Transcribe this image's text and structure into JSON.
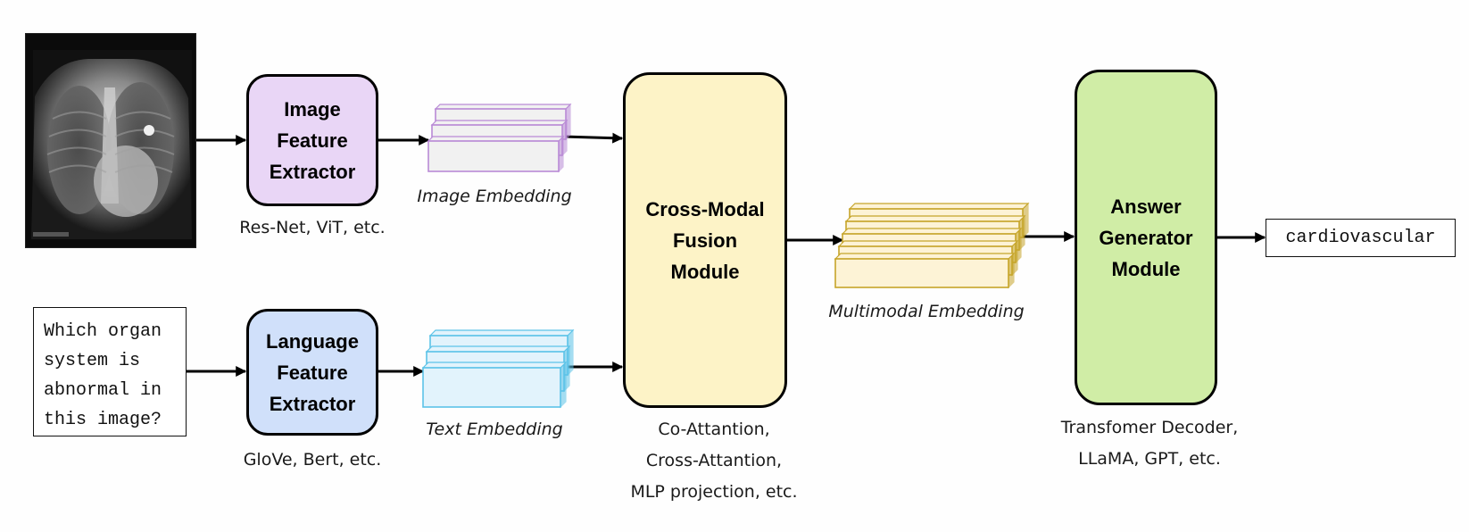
{
  "modules": {
    "image_extractor": {
      "title": "Image\nFeature\nExtractor",
      "caption": "Res-Net, ViT, etc.",
      "color": "#e9d6f6"
    },
    "language_extractor": {
      "title": "Language\nFeature\nExtractor",
      "caption": "GloVe, Bert, etc.",
      "color": "#d0e0fa"
    },
    "fusion": {
      "title": "Cross-Modal\nFusion\nModule",
      "caption_lines": [
        "Co-Attantion,",
        "Cross-Attantion,",
        "MLP projection, etc."
      ],
      "color": "#fdf3c7"
    },
    "answer_generator": {
      "title": "Answer\nGenerator\nModule",
      "caption_lines": [
        "Transfomer Decoder,",
        "LLaMA, GPT, etc."
      ],
      "color": "#d0eda6"
    }
  },
  "embeddings": {
    "image": {
      "label": "Image Embedding",
      "color": "#b98ad6",
      "fill": "#f1f1f1"
    },
    "text": {
      "label": "Text Embedding",
      "color": "#5cc3e8",
      "fill": "#e2f3fc"
    },
    "multimodal": {
      "label": "Multimodal Embedding",
      "color": "#c6a52a",
      "fill": "#fdf3d6"
    }
  },
  "question": {
    "text": "Which organ\nsystem is\nabnormal in\nthis image?"
  },
  "answer": {
    "text": "cardiovascular"
  },
  "input_image": {
    "icon": "chest-xray-image"
  }
}
